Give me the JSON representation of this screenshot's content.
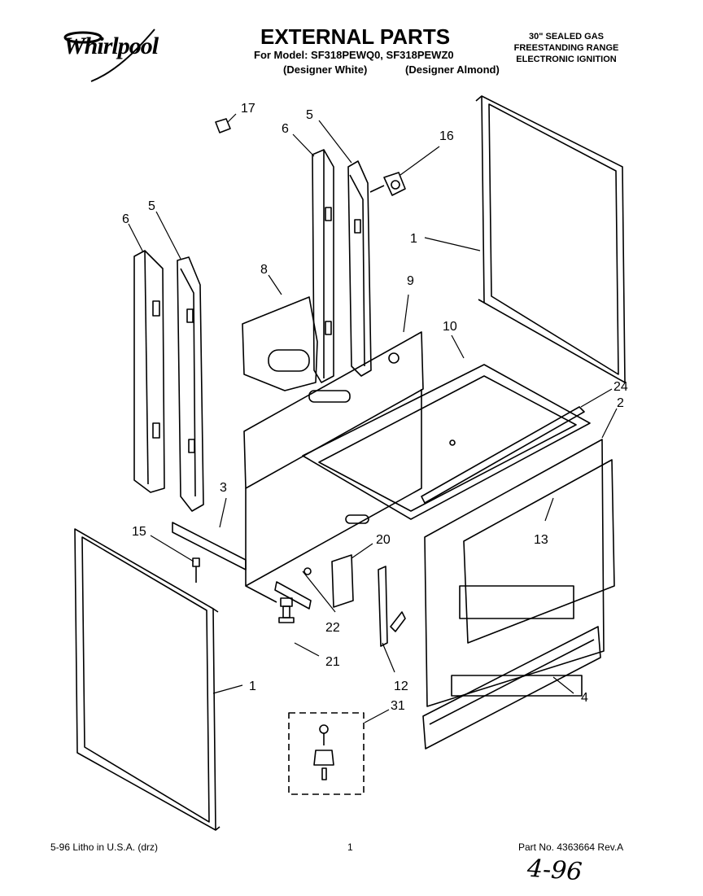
{
  "brand": {
    "logo_text": "Whirlpool"
  },
  "header": {
    "title": "EXTERNAL PARTS",
    "model_line": "For Model: SF318PEWQ0, SF318PEWZ0",
    "variant_white": "(Designer White)",
    "variant_almond": "(Designer Almond)",
    "spec_lines": [
      "30\" SEALED GAS",
      "FREESTANDING RANGE",
      "ELECTRONIC IGNITION"
    ]
  },
  "callouts": [
    "17",
    "6",
    "5",
    "16",
    "1",
    "6",
    "5",
    "8",
    "9",
    "10",
    "24",
    "2",
    "3",
    "15",
    "20",
    "13",
    "22",
    "21",
    "12",
    "4",
    "1",
    "31"
  ],
  "footer": {
    "left": "5-96 Litho in U.S.A. (drz)",
    "center": "1",
    "right": "Part No. 4363664 Rev.A"
  },
  "handwritten_note": "4-96",
  "colors": {
    "ink": "#000000",
    "paper": "#ffffff"
  }
}
